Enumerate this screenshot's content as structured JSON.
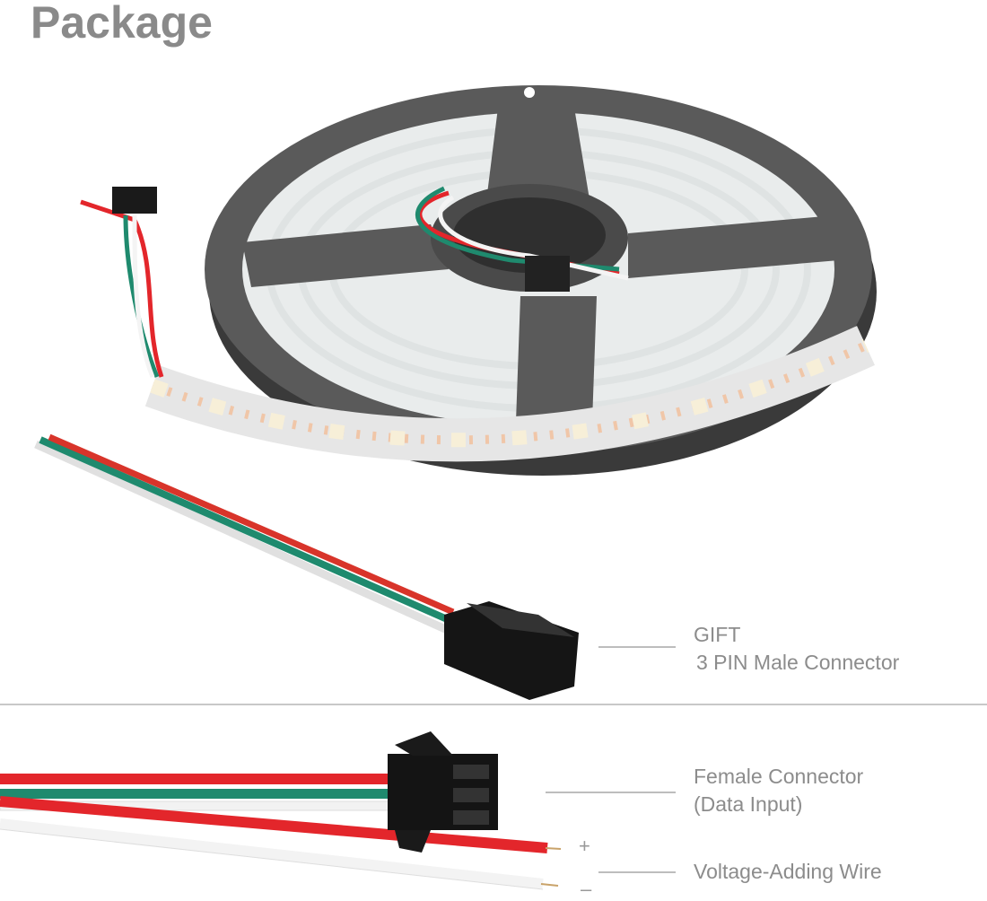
{
  "title": "Package",
  "callouts": {
    "gift": {
      "line1": "GIFT",
      "line2": "3 PIN Male Connector"
    },
    "female": {
      "line1": "Female Connector",
      "line2": "(Data Input)"
    },
    "voltage": {
      "label": "Voltage-Adding Wire",
      "plus": "+",
      "minus": "–"
    }
  },
  "colors": {
    "wire_red": "#e3262b",
    "wire_green": "#1f8a6e",
    "wire_white": "#f4f4f4",
    "reel": "#555555",
    "text": "#8c8c8c"
  }
}
